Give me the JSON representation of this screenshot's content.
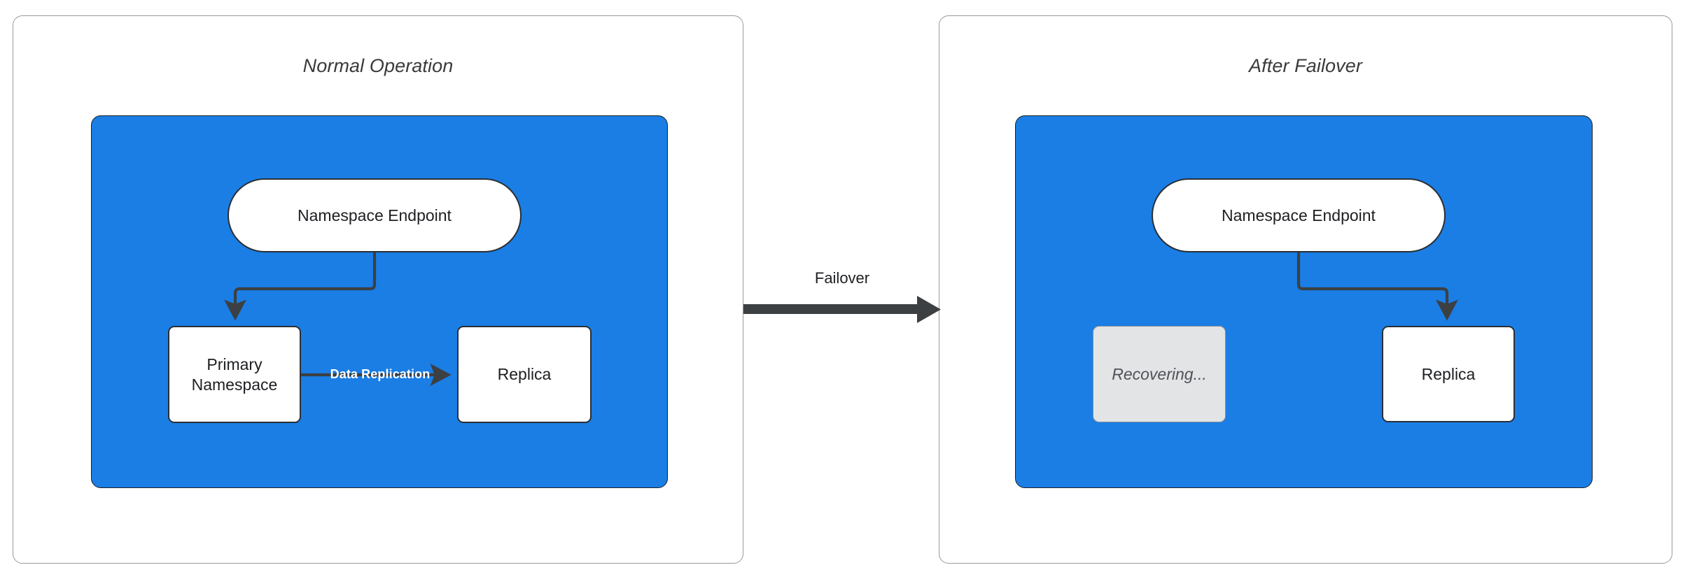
{
  "diagram": {
    "title_left": "Normal Operation",
    "title_right": "After Failover",
    "transition_label": "Failover",
    "colors": {
      "region_blue": "#1a7ee5",
      "node_fill": "#ffffff",
      "node_stroke": "#2b2f33",
      "recovering_fill": "#e2e4e6",
      "recovering_stroke": "#8b8f93",
      "connector_stroke": "#3c4043",
      "panel_stroke": "#9a9a9a",
      "replication_label": "#ffffff"
    }
  },
  "panels": {
    "normal": {
      "title": "Normal Operation",
      "nodes": {
        "endpoint": "Namespace Endpoint",
        "primary": "Primary\nNamespace",
        "primary_line1": "Primary",
        "primary_line2": "Namespace",
        "replica": "Replica"
      },
      "edges": {
        "endpoint_to_primary": "",
        "replication": "Data Replication"
      }
    },
    "failover": {
      "title": "After Failover",
      "nodes": {
        "endpoint": "Namespace Endpoint",
        "recovering": "Recovering...",
        "replica": "Replica"
      },
      "edges": {
        "endpoint_to_replica": ""
      }
    }
  },
  "icons": {
    "failover_arrow": "thick-right-arrow-icon",
    "elbow_arrow": "elbow-arrow-icon",
    "replication_arrow": "right-arrow-icon"
  }
}
